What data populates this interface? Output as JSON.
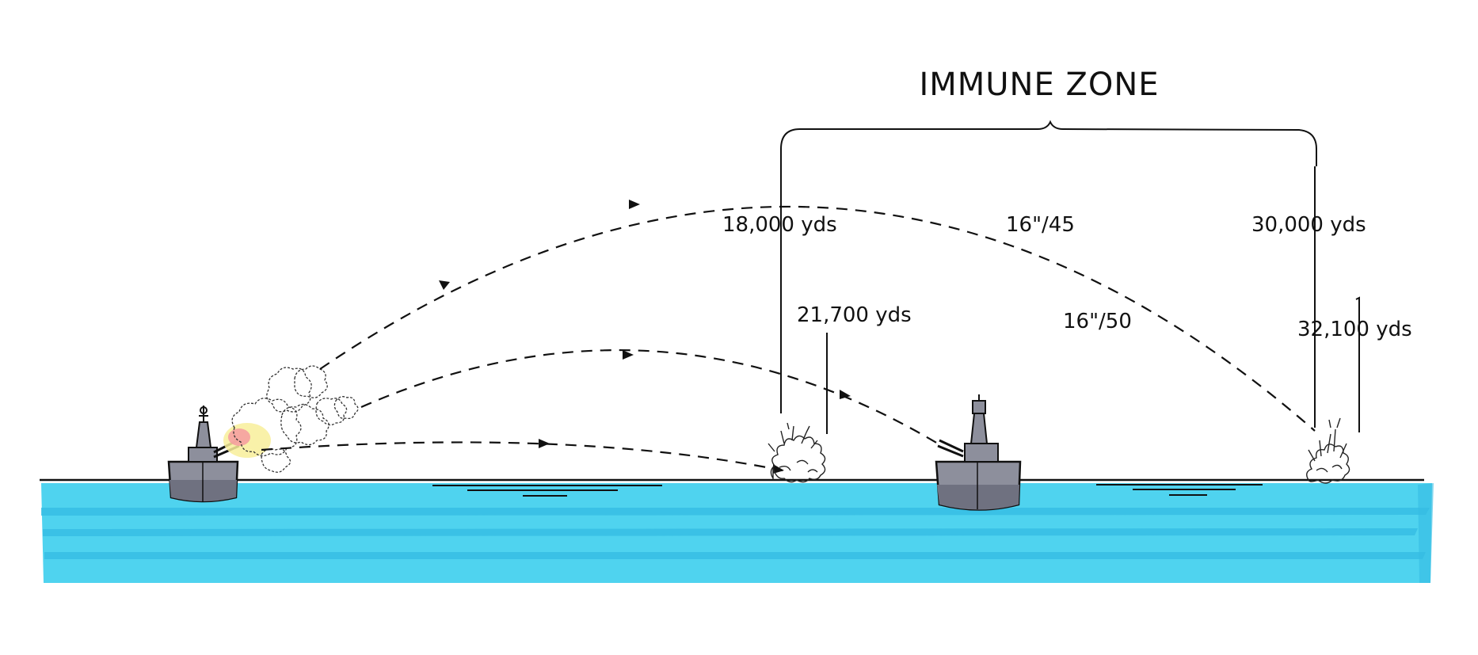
{
  "title": "IMMUNE ZONE",
  "labels": {
    "range_18000": "18,000 yds",
    "range_21700": "21,700 yds",
    "range_30000": "30,000 yds",
    "range_32100": "32,100 yds",
    "gun_16_45": "16\"/45",
    "gun_16_50": "16\"/50"
  },
  "colors": {
    "water": "#4fd3ef",
    "water_stripe": "#35bde3",
    "hull": "#8d8f9c",
    "hull_dark": "#6f7180",
    "muzzle_flash": "#f5a0a0",
    "muzzle_glow": "#f8ee9a",
    "ink": "#111111"
  }
}
